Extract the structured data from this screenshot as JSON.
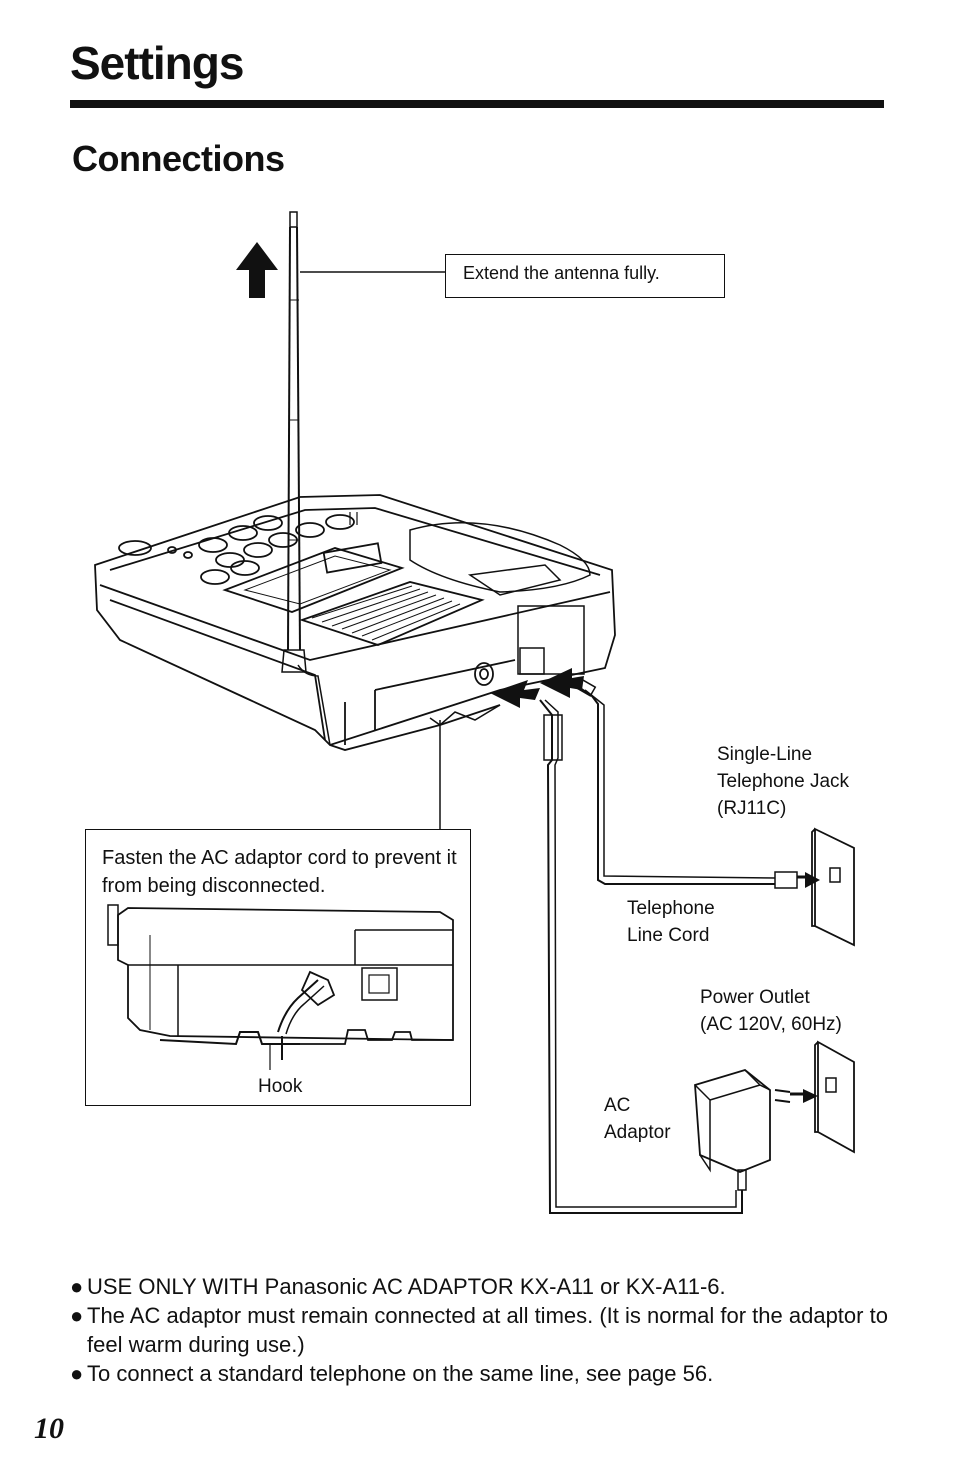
{
  "header": {
    "title": "Settings",
    "section": "Connections"
  },
  "callouts": {
    "antenna": "Extend the antenna fully.",
    "inset_text": "Fasten the AC adaptor cord to prevent it from being disconnected.",
    "hook": "Hook"
  },
  "labels": {
    "jack": [
      "Single-Line",
      "Telephone Jack",
      "(RJ11C)"
    ],
    "line_cord": [
      "Telephone",
      "Line Cord"
    ],
    "outlet": [
      "Power Outlet",
      "(AC 120V, 60Hz)"
    ],
    "adaptor": [
      "AC",
      "Adaptor"
    ]
  },
  "notes": [
    "USE ONLY WITH Panasonic AC ADAPTOR KX-A11 or KX-A11-6.",
    "The AC adaptor must remain connected at all times. (It is normal for the adaptor to feel warm during use.)",
    "To connect a standard telephone on the same line, see page 56."
  ],
  "bullet": "●",
  "page_number": "10"
}
